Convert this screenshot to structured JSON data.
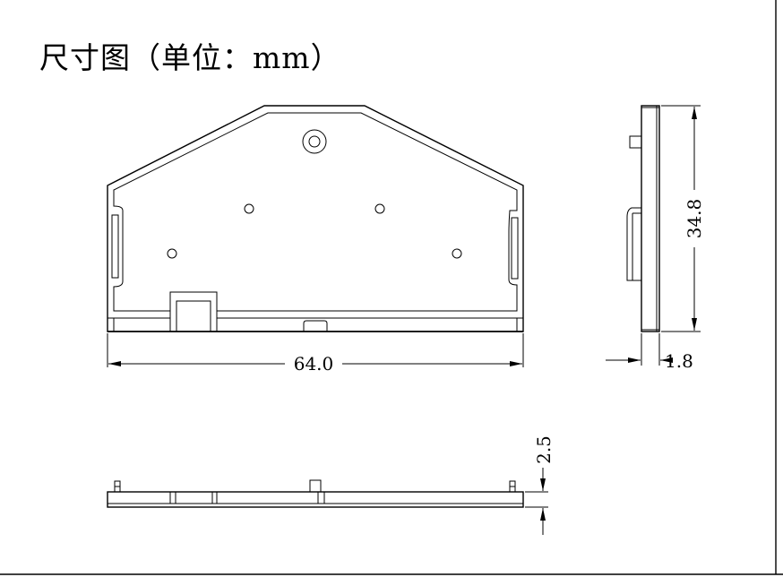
{
  "drawing": {
    "title": "尺寸图（单位：mm）",
    "dimensions": {
      "width": "64.0",
      "height": "34.8",
      "thickness": "1.8",
      "pin_height": "2.5"
    }
  }
}
